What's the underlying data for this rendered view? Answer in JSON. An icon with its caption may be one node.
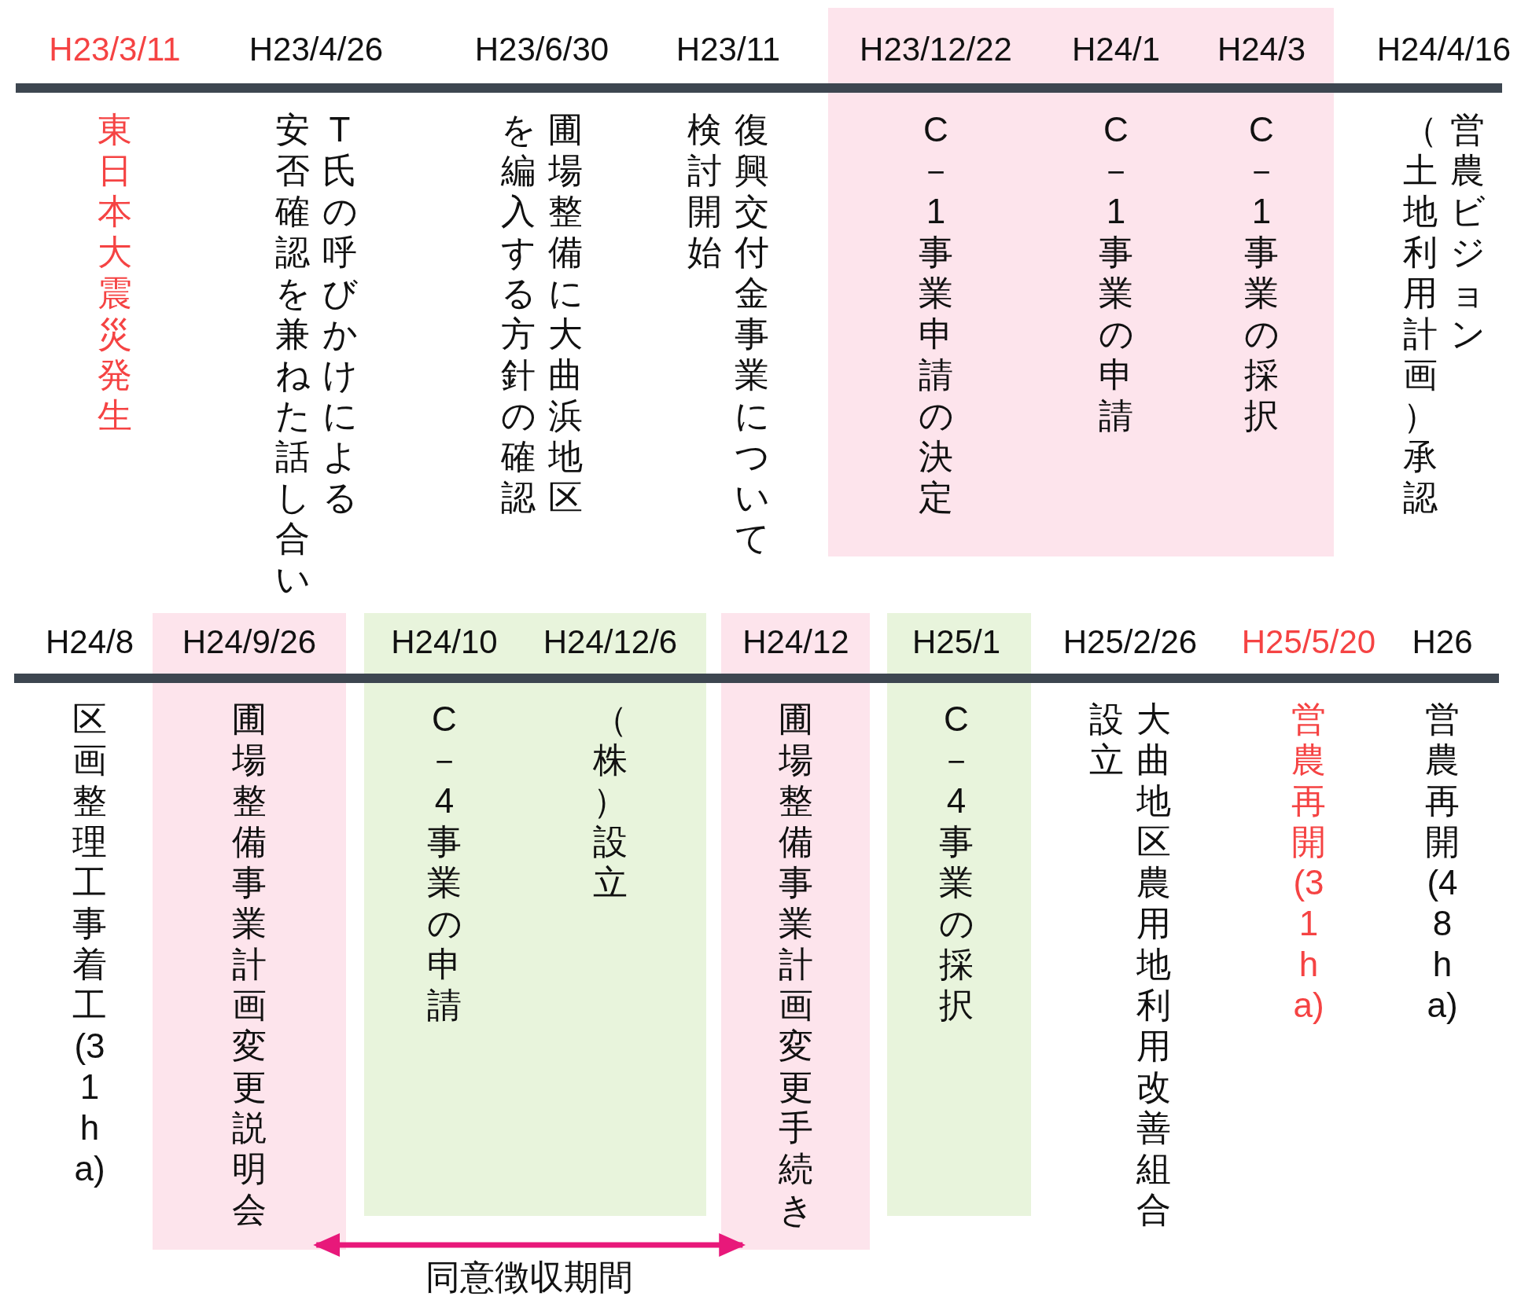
{
  "diagram": {
    "nodes": [
      {
        "text": [
          "H23/3/11",
          "東日本大震災発生"
        ]
      },
      {
        "text": [
          "H23/4/26",
          "T氏の呼びかけによる安否確認を兼ねた話し合い"
        ]
      },
      {
        "text": [
          "H23/6/30",
          "圃場整備に大曲浜地区を編入する方針の確認"
        ]
      },
      {
        "text": [
          "H23/11",
          "復興交付金事業について検討開始"
        ]
      },
      {
        "text": [],
        "shape": "box"
      },
      {
        "text": [
          "H23/12/22",
          "C－1事業申請の決定"
        ],
        "in": 4
      },
      {
        "text": [
          "H24/1",
          "C－1事業の申請"
        ],
        "in": 4
      },
      {
        "text": [
          "H24/3",
          "C－1事業の採択"
        ],
        "in": 4
      },
      {
        "text": [
          "H24/4/16",
          "営農ビジョン（土地利用計画）承認"
        ]
      },
      {
        "text": [
          "H24/8",
          "区画整理工事着工(31ha)"
        ]
      },
      {
        "text": [],
        "shape": "box"
      },
      {
        "text": [
          "H24/9/26",
          "圃場整備事業計画変更説明会"
        ],
        "in": 10
      },
      {
        "text": [],
        "shape": "box"
      },
      {
        "text": [
          "H24/10",
          "C－4事業の申請"
        ],
        "in": 12
      },
      {
        "text": [
          "H24/12/6",
          "（株）設立"
        ],
        "in": 12
      },
      {
        "text": [],
        "shape": "box"
      },
      {
        "text": [
          "H24/12",
          "圃場整備事業計画変更手続き"
        ],
        "in": 15
      },
      {
        "text": [],
        "shape": "box"
      },
      {
        "text": [
          "H25/1",
          "C－4事業の採択"
        ],
        "in": 17
      },
      {
        "text": [
          "H25/2/26",
          "大曲地区農用地利用改善組合設立"
        ]
      },
      {
        "text": [
          "H25/5/20",
          "営農再開(31ha)"
        ]
      },
      {
        "text": [
          "H26",
          "営農再開(48ha)"
        ]
      }
    ],
    "edges": [
      {
        "from": 11,
        "to": 16,
        "arrow": "both",
        "label": "同意徴収期間"
      }
    ]
  }
}
